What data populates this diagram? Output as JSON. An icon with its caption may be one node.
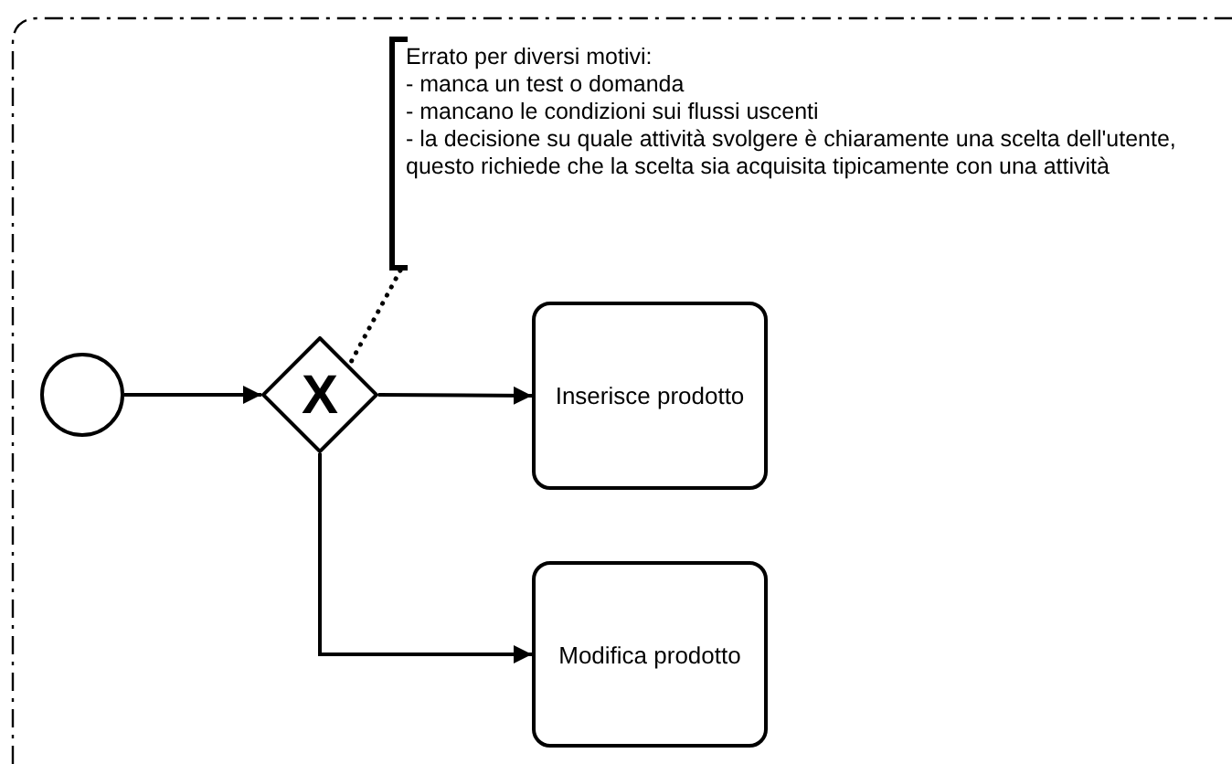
{
  "diagram": {
    "nodes": [
      {
        "text": [
          "Errato per diversi motivi:\n- manca un test o domanda\n- mancano le condizioni sui flussi uscenti\n- la decisione su quale attività svolgere è chiaramente una scelta dell'utente, questo richiede che la scelta sia acquisita tipicamente con una attività"
        ]
      },
      {
        "text": [],
        "shape": "circle"
      },
      {
        "text": [
          "X"
        ]
      },
      {
        "text": [
          "Inserisce prodotto"
        ]
      },
      {
        "text": [
          "Modifica prodotto"
        ]
      }
    ],
    "edges": [
      {
        "from": 1,
        "to": 2,
        "arrow": "to"
      },
      {
        "from": 2,
        "to": 3,
        "arrow": "to"
      },
      {
        "from": 2,
        "to": 4,
        "arrow": "to"
      },
      {
        "from": 0,
        "to": 2,
        "arrow": "none",
        "style": "dashed"
      }
    ]
  }
}
